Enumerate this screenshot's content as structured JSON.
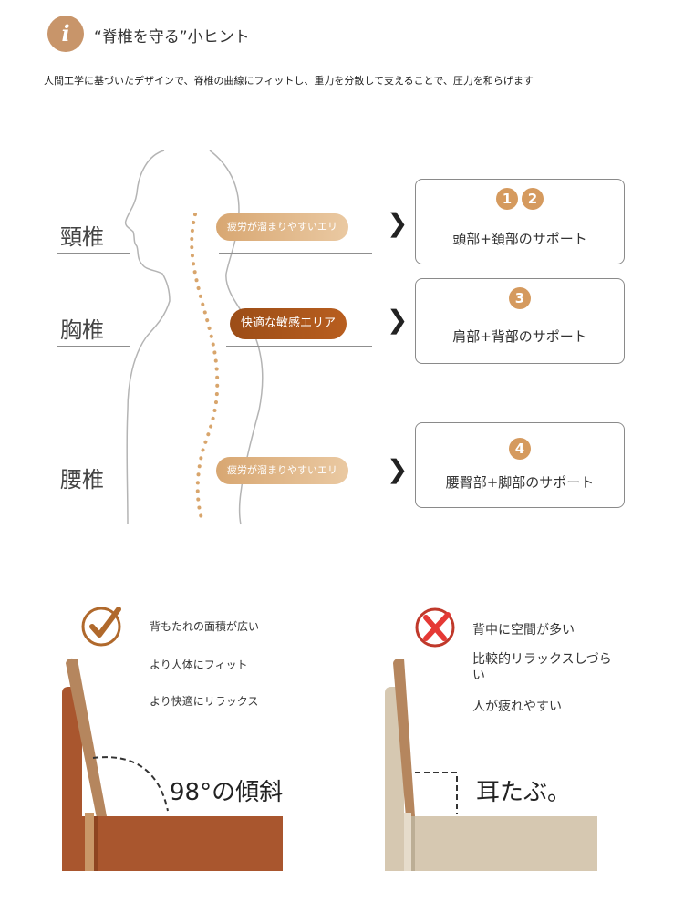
{
  "header": {
    "icon": "info-icon",
    "title": "“脊椎を守る”小ヒント"
  },
  "intro": "人間工学に基づいたデザインで、脊椎の曲線にフィットし、重力を分散して支えることで、圧力を和らげます",
  "spine": {
    "sections": [
      {
        "label": "頸椎",
        "pill": "疲労が溜まりやすいエリ",
        "numbers": [
          "1",
          "2"
        ],
        "support": "頭部+頚部のサポート"
      },
      {
        "label": "胸椎",
        "pill": "快適な敏感エリア",
        "numbers": [
          "3"
        ],
        "support": "肩部+背部のサポート"
      },
      {
        "label": "腰椎",
        "pill": "疲労が溜まりやすいエリ",
        "numbers": [
          "4"
        ],
        "support": "腰臀部+脚部のサポート"
      }
    ]
  },
  "comparison": {
    "good": {
      "icon": "check-icon",
      "points": [
        "背もたれの面積が広い",
        "より人体にフィット",
        "より快適にリラックス"
      ],
      "angle_label": "98°の傾斜",
      "color": "#a9562e"
    },
    "bad": {
      "icon": "cross-icon",
      "points": [
        "背中に空間が多い",
        "比較的リラックスしづらい",
        "人が疲れやすい"
      ],
      "angle_label": "耳たぶ。",
      "color": "#d6c8b1"
    }
  },
  "colors": {
    "accent": "#c8956a",
    "pill_light": "#e0b483",
    "pill_dark": "#a7521b",
    "good_chair": "#a9562e",
    "bad_chair": "#d6c8b1",
    "wood": "#b5865e"
  }
}
